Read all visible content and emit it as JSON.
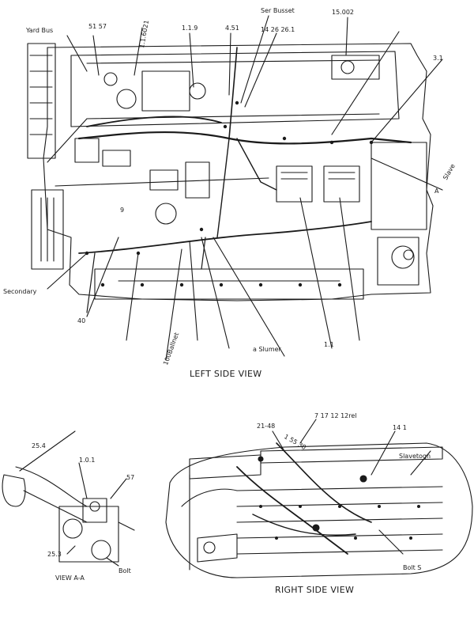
{
  "views": {
    "left": "LEFT SIDE VIEW",
    "right": "RIGHT SIDE VIEW",
    "detail": "VIEW A-A"
  },
  "callouts": {
    "top_left_1": "Yard Bus",
    "top_left_2": "51 57",
    "top_mid_1": "1.1.6021",
    "top_mid_2": "1.1.9",
    "top_mid_3": "4.51",
    "top_mid_4": "14 26 26.1",
    "top_right_1": "Ser Busset",
    "top_right_2": "15.002",
    "left_bottom_1": "Secondary",
    "left_bottom_2": "40",
    "left_mid_1": "9",
    "bottom_center_1": "100Ballnet",
    "bottom_center_2": "a Slumer",
    "bottom_center_3": "1.1",
    "right_mid_1": "A",
    "right_mid_2": "3.1",
    "right_side_1": "Slave",
    "detail_1": "1.0.1",
    "detail_2": "25.4",
    "detail_3": "25.3",
    "detail_4": "57",
    "detail_5": "Bolt",
    "rs_1": "7 17 12 12rel",
    "rs_2": "21-48",
    "rs_3": "1 55 30",
    "rs_4": "Slavetogn",
    "rs_5": "14 1",
    "rs_6": "Bolt S"
  },
  "colors": {
    "ink": "#1a1a1a",
    "paper": "#ffffff"
  }
}
